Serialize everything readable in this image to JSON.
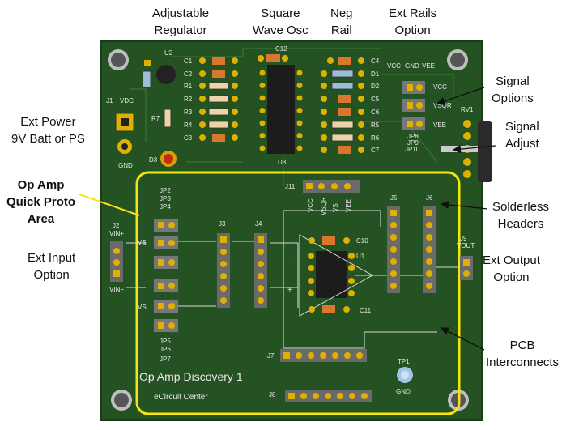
{
  "annotations": {
    "adjustable_regulator": [
      "Adjustable",
      "Regulator"
    ],
    "square_wave_osc": [
      "Square",
      "Wave Osc"
    ],
    "neg_rail": [
      "Neg",
      "Rail"
    ],
    "ext_rails_option": [
      "Ext Rails",
      "Option"
    ],
    "signal_options": [
      "Signal",
      "Options"
    ],
    "signal_adjust": [
      "Signal",
      "Adjust"
    ],
    "ext_power": [
      "Ext Power",
      "9V Batt or PS"
    ],
    "op_amp_area": [
      "Op Amp",
      "Quick Proto",
      "Area"
    ],
    "solderless_headers": [
      "Solderless",
      "Headers"
    ],
    "ext_input_option": [
      "Ext Input",
      "Option"
    ],
    "ext_output_option": [
      "Ext Output",
      "Option"
    ],
    "pcb_interconnects": [
      "PCB",
      "Interconnects"
    ]
  },
  "board": {
    "title": "Op Amp Discovery 1",
    "subtitle": "eCircuit Center",
    "refs": {
      "u2": "U2",
      "u3": "U3",
      "u1": "U1",
      "rv1": "RV1",
      "d3": "D3",
      "r7": "R7",
      "j1": "J1",
      "vdc": "VDC",
      "gnd": "GND",
      "c12": "C12",
      "c10": "C10",
      "c11": "C11",
      "j2": "J2",
      "vin_plus": "VIN+",
      "vin_minus": "VIN−",
      "j3": "J3",
      "j4": "J4",
      "j5": "J5",
      "j6": "J6",
      "j7": "J7",
      "j8": "J8",
      "j9": "J9",
      "vout": "VOUT",
      "j11": "J11",
      "tp1": "TP1",
      "tp_gnd": "GND",
      "vs_top": "VS",
      "vs_bot": "VS",
      "jp_top": [
        "JP2",
        "JP3",
        "JP4"
      ],
      "jp_bot": [
        "JP5",
        "JP6",
        "JP7"
      ],
      "jp_right": [
        "JP8",
        "JP9",
        "JP10"
      ],
      "sig_opts": [
        "VCC",
        "VSQR",
        "VEE"
      ],
      "rails": [
        "VCC",
        "GND",
        "VEE"
      ],
      "j11_pins": [
        "VCC",
        "VSQR",
        "VS",
        "VEE"
      ],
      "minus": "−",
      "plus": "+"
    },
    "left_parts": [
      "C1",
      "C2",
      "R1",
      "R2",
      "R3",
      "R4",
      "C3"
    ],
    "right_parts_left": [
      "D1",
      "D2",
      "C5",
      "C6",
      "R5",
      "R6",
      "C7"
    ],
    "c4": "C4"
  },
  "colors": {
    "pcb": "#255223",
    "silk": "#e8e8e8",
    "outline": "#f5e50e",
    "pad": "#e0b000",
    "arrow": "#111111"
  }
}
